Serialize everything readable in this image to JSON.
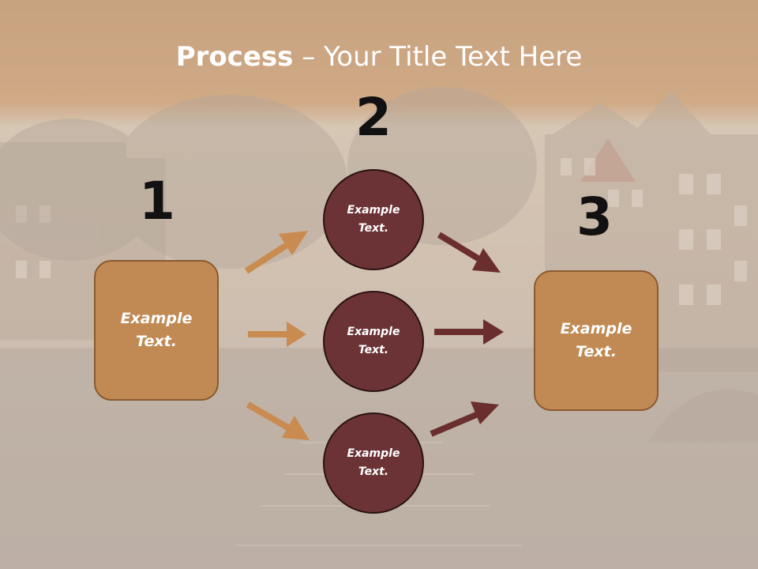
{
  "title": {
    "bold": "Process",
    "rest": " – Your Title Text Here"
  },
  "steps": [
    {
      "number": "1",
      "text_line1": "Example",
      "text_line2": "Text."
    },
    {
      "number": "2"
    },
    {
      "number": "3",
      "text_line1": "Example",
      "text_line2": "Text."
    }
  ],
  "circles": [
    {
      "text_line1": "Example",
      "text_line2": "Text."
    },
    {
      "text_line1": "Example",
      "text_line2": "Text."
    },
    {
      "text_line1": "Example",
      "text_line2": "Text."
    }
  ],
  "colors": {
    "box_fill": "#c18a54",
    "circle_fill": "#6b3336",
    "arrow_tan": "#c98b4f",
    "arrow_maroon": "#6b2e2e",
    "number_color": "#111111",
    "title_color": "#ffffff"
  }
}
